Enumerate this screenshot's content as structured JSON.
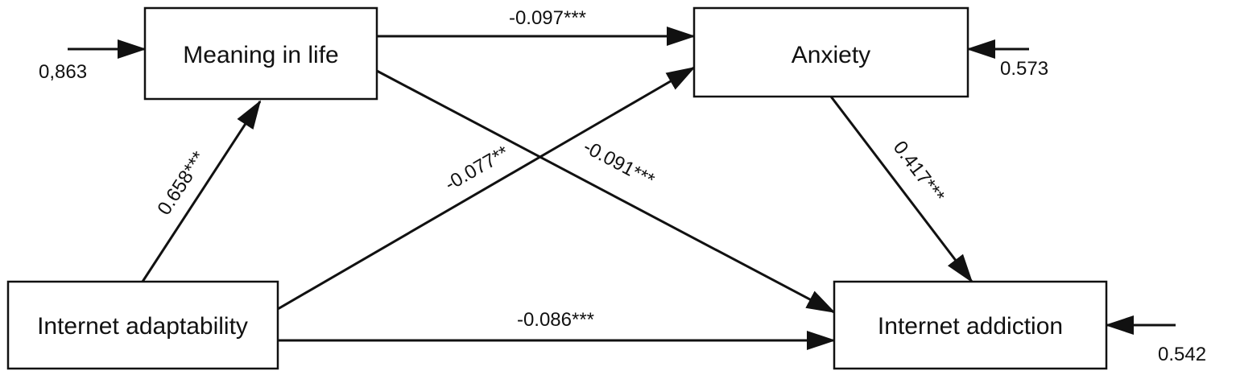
{
  "nodes": {
    "meaning": {
      "label": "Meaning in life"
    },
    "anxiety": {
      "label": "Anxiety"
    },
    "adaptability": {
      "label": "Internet adaptability"
    },
    "addiction": {
      "label": "Internet addiction"
    }
  },
  "paths": {
    "meaning_to_anxiety": {
      "coef": "-0.097***"
    },
    "adaptability_to_meaning": {
      "coef": "0.658***"
    },
    "adaptability_to_anxiety": {
      "coef": "-0.077**"
    },
    "meaning_to_addiction": {
      "coef": "-0.091***"
    },
    "anxiety_to_addiction": {
      "coef": "0.417***"
    },
    "adaptability_to_addiction": {
      "coef": "-0.086***"
    }
  },
  "residuals": {
    "meaning": "0,863",
    "anxiety": "0.573",
    "addiction": "0.542"
  }
}
